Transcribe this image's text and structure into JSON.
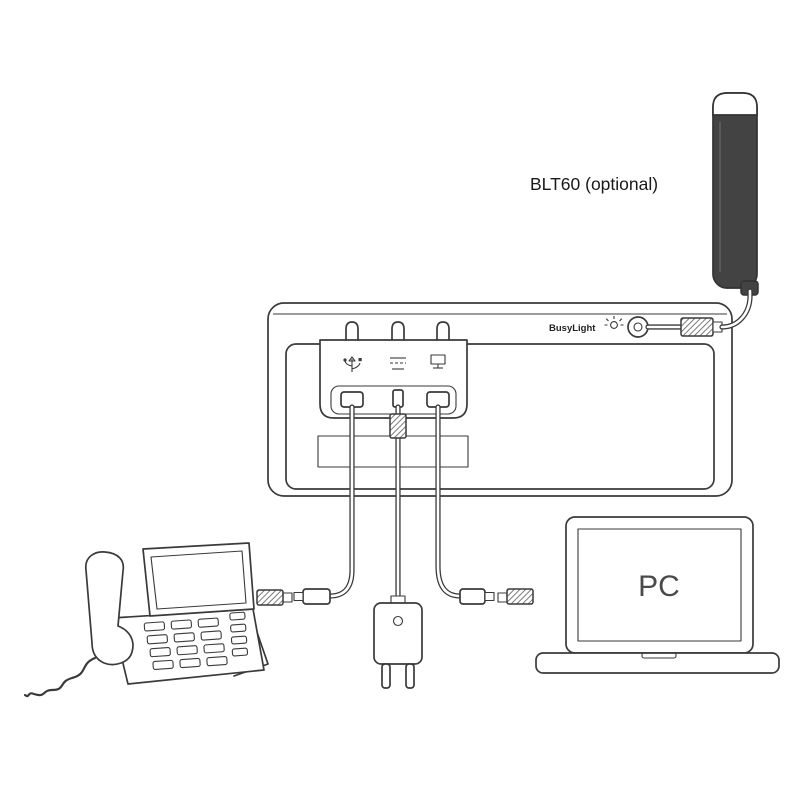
{
  "labels": {
    "blt60": "BLT60 (optional)",
    "busylight_port": "BusyLight",
    "pc": "PC"
  },
  "colors": {
    "line": "#3a3a3a",
    "busylight_body": "#434343",
    "busylight_cap": "#ffffff",
    "label_text": "#1a1a1a",
    "pc_text": "#4a4a4a"
  },
  "icons": {
    "busylight": "busylight-icon",
    "usb_port": "usb-icon",
    "power_port": "dc-power-icon",
    "pc_port": "pc-port-icon"
  },
  "devices": {
    "speakerphone": "conference-speakerphone-rear",
    "busylight": "BLT60",
    "phone": "desk-ip-phone",
    "adapter": "power-adapter",
    "computer": "laptop-pc"
  }
}
